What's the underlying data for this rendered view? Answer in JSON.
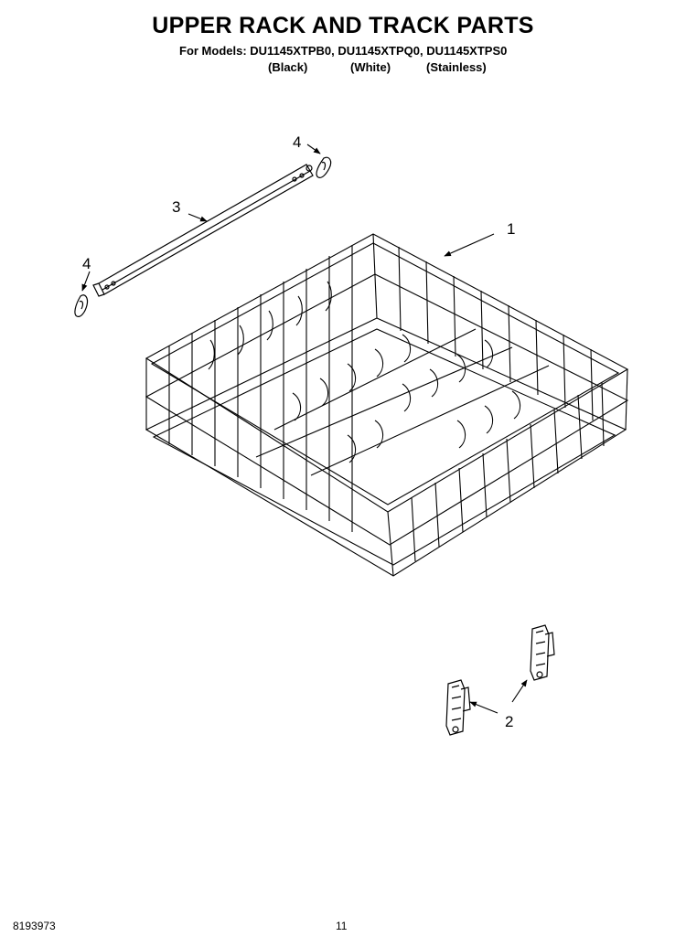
{
  "header": {
    "title": "UPPER RACK AND TRACK PARTS",
    "models_line": "For Models: DU1145XTPB0, DU1145XTPQ0, DU1145XTPS0",
    "variants": [
      "(Black)",
      "(White)",
      "(Stainless)"
    ]
  },
  "callouts": [
    "1",
    "2",
    "3",
    "4",
    "4"
  ],
  "footer": {
    "doc_number": "8193973",
    "page_number": "11"
  }
}
